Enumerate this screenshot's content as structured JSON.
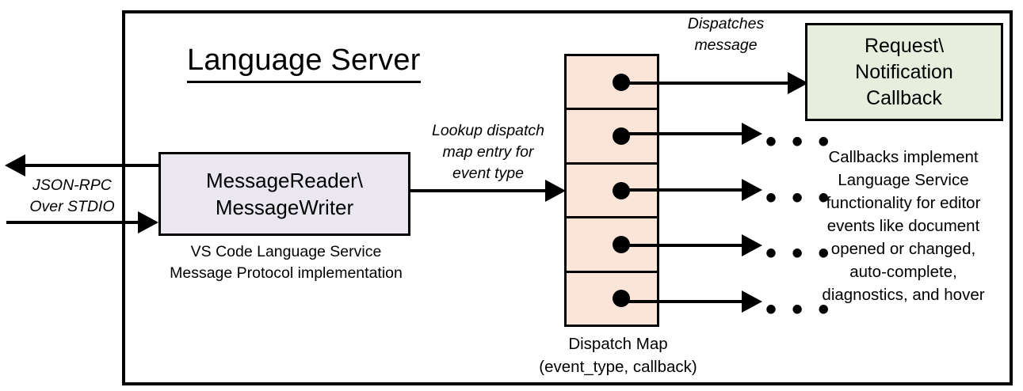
{
  "diagram": {
    "title": "Language Server",
    "outer_frame_name": "Language Server boundary"
  },
  "reader": {
    "box_label": "MessageReader\\\nMessageWriter",
    "caption": "VS Code Language Service\nMessage Protocol implementation"
  },
  "transport": {
    "label": "JSON-RPC\nOver STDIO",
    "outbound_arrow": "outbound-jsonrpc-arrow",
    "inbound_arrow": "inbound-jsonrpc-arrow"
  },
  "lookup": {
    "label": "Lookup dispatch\nmap entry for\nevent type"
  },
  "dispatch_map": {
    "caption": "Dispatch Map\n(event_type, callback)",
    "row_count": 5,
    "rows": [
      {
        "id": "row-1",
        "has_dot": true,
        "target": "Request\\Notification Callback"
      },
      {
        "id": "row-2",
        "has_dot": true,
        "target": "..."
      },
      {
        "id": "row-3",
        "has_dot": true,
        "target": "..."
      },
      {
        "id": "row-4",
        "has_dot": true,
        "target": "..."
      },
      {
        "id": "row-5",
        "has_dot": true,
        "target": "..."
      }
    ],
    "ellipsis": "• • •"
  },
  "dispatch": {
    "label": "Dispatches\nmessage"
  },
  "callback": {
    "box_label": "Request\\\nNotification\nCallback",
    "caption": "Callbacks implement\nLanguage Service\nfunctionality for editor\nevents like document\nopened or changed,\nauto-complete,\ndiagnostics, and hover"
  },
  "colors": {
    "reader_fill": "#EBE7F1",
    "dispatch_map_fill": "#FAE5D8",
    "callback_fill": "#E8EEDD",
    "stroke": "#000000",
    "background": "#FFFFFF"
  }
}
